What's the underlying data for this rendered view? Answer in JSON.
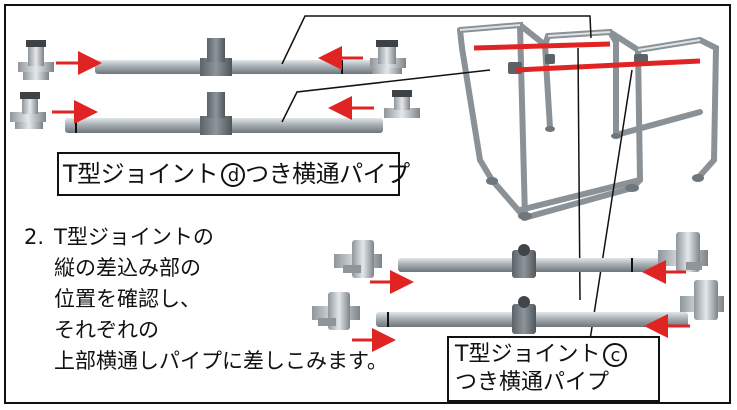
{
  "labels": {
    "d_box": {
      "text": "T型ジョイント",
      "circled": "d",
      "suffix": "つき横通パイプ"
    },
    "c_box": {
      "line1": "T型ジョイント",
      "circled": "c",
      "line2": "つき横通パイプ"
    }
  },
  "step": {
    "number": "2.",
    "lines": [
      "T型ジョイントの",
      "縦の差込み部の",
      "位置を確認し、",
      "それぞれの",
      "上部横通しパイプに差しこみます。"
    ]
  },
  "colors": {
    "arrow": "#e02424",
    "highlight": "#e02424",
    "pipe": "#9aa3aa",
    "joint": "#6f767c",
    "ink": "#111111"
  },
  "icons": [
    "t-joint-d",
    "t-joint-c",
    "pipe",
    "frame-assembly"
  ]
}
